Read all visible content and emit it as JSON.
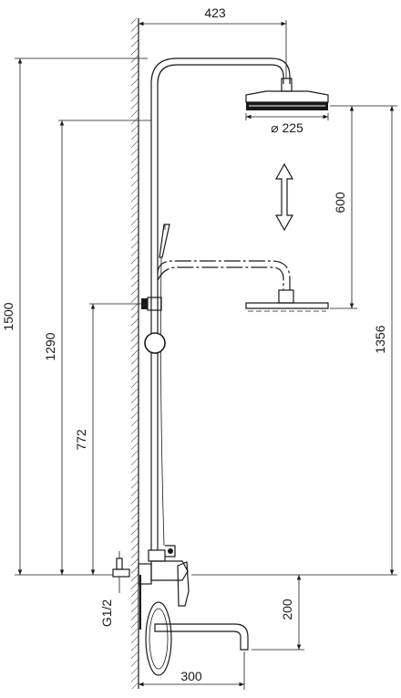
{
  "dimensions": {
    "top_width": "423",
    "head_diameter": "⌀ 225",
    "slide_range": "600",
    "total_height": "1500",
    "arm_height": "1290",
    "bracket_height": "772",
    "head_from_mixer": "1356",
    "inlet_thread": "G1/2",
    "spout_drop": "200",
    "spout_reach": "300"
  },
  "colors": {
    "line": "#1a1a1a",
    "background": "#ffffff"
  }
}
